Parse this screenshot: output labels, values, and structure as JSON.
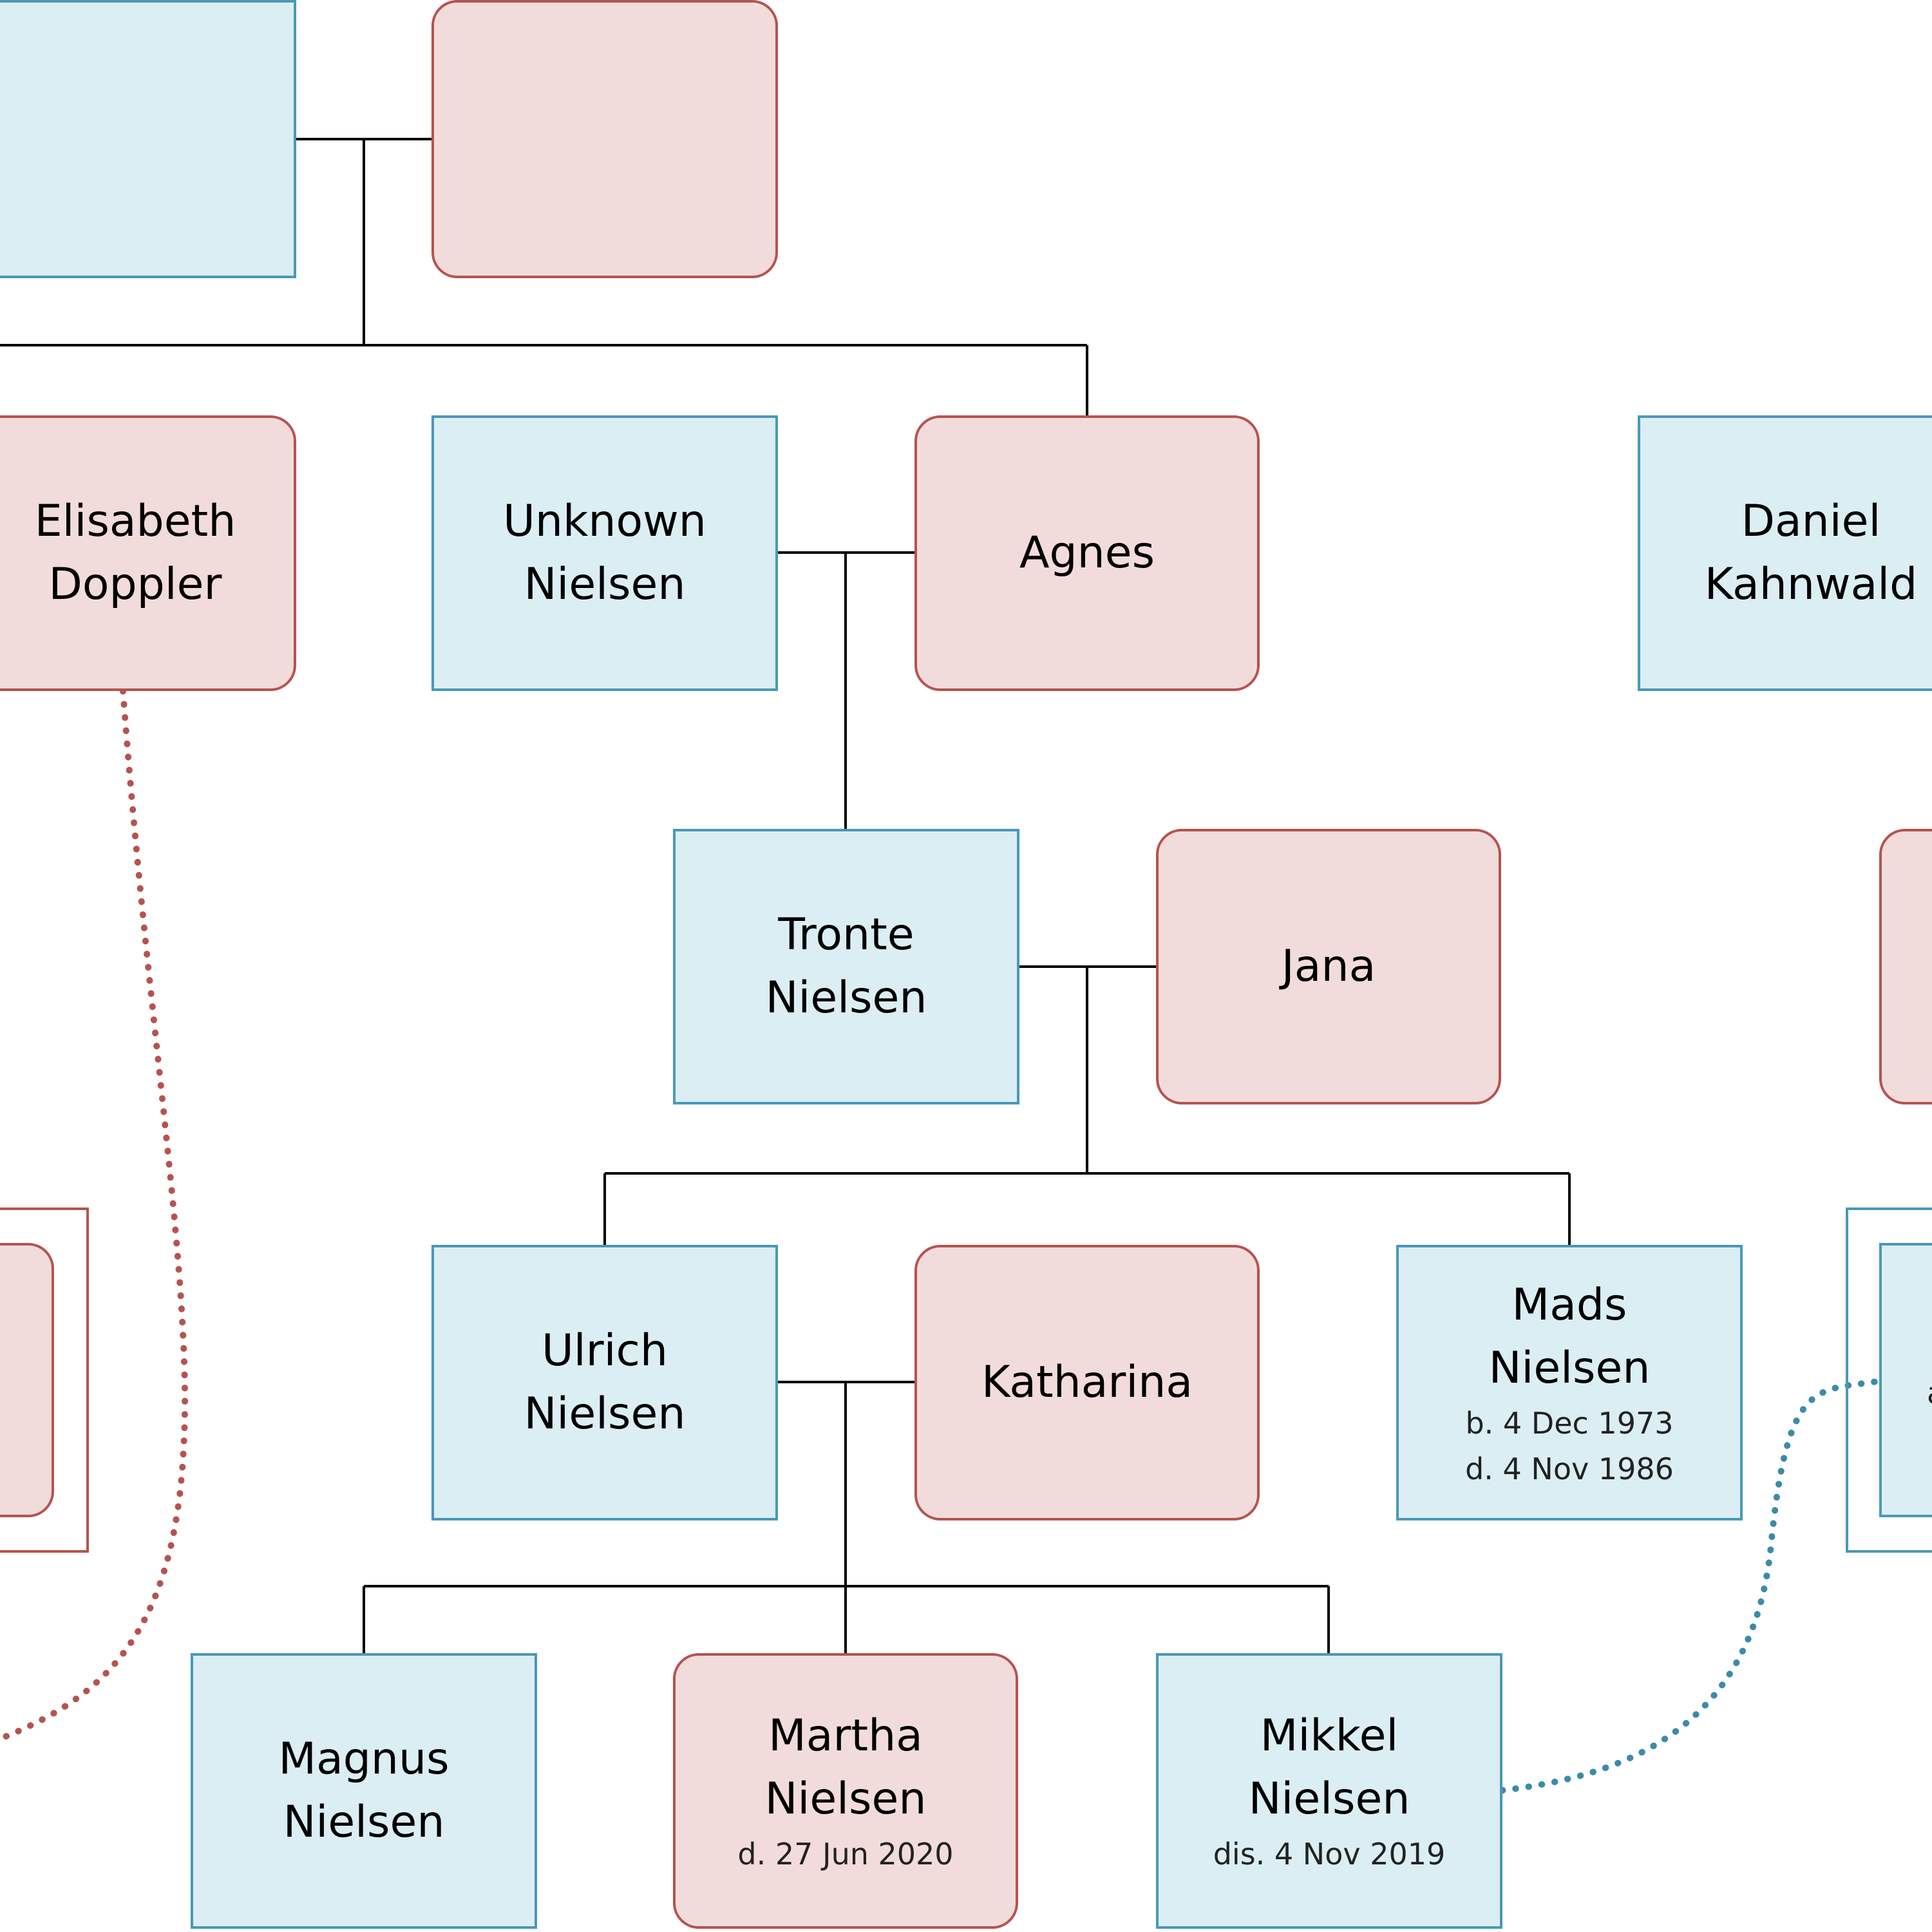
{
  "colors": {
    "male_fill": "#dbeef4",
    "male_border": "#4a98b8",
    "female_fill": "#f2dcdb",
    "female_border": "#b5534f",
    "line": "#000000"
  },
  "people": {
    "elisabeth": {
      "first": "Elisabeth",
      "last": "Doppler"
    },
    "unknown": {
      "first": "Unknown",
      "last": "Nielsen"
    },
    "agnes": {
      "first": "Agnes"
    },
    "daniel": {
      "first": "Daniel",
      "last": "Kahnwald"
    },
    "tronte": {
      "first": "Tronte",
      "last": "Nielsen"
    },
    "jana": {
      "first": "Jana"
    },
    "ulrich": {
      "first": "Ulrich",
      "last": "Nielsen"
    },
    "katharina": {
      "first": "Katharina"
    },
    "mads": {
      "first": "Mads",
      "last": "Nielsen",
      "born": "b. 4 Dec 1973",
      "died": "d. 4 Nov 1986"
    },
    "magnus": {
      "first": "Magnus",
      "last": "Nielsen"
    },
    "martha": {
      "first": "Martha",
      "last": "Nielsen",
      "died": "d. 27 Jun 2020"
    },
    "mikkel": {
      "first": "Mikkel",
      "last": "Nielsen",
      "disappeared": "dis. 4 Nov 2019"
    },
    "partial_right_edge": {
      "fragment": "a"
    }
  }
}
